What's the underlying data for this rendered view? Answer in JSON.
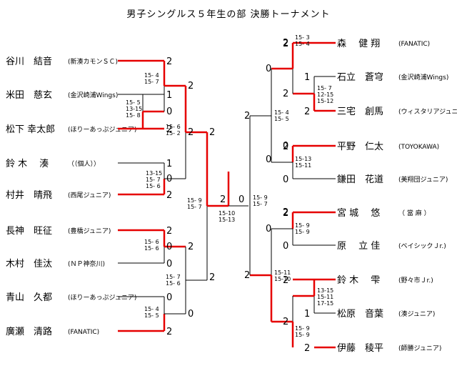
{
  "title": "男子シングルス５年生の部 決勝トーナメント",
  "left_players": [
    {
      "name": "谷川　結音",
      "club": "(新湊カモンＳＣ)",
      "wins": "2"
    },
    {
      "name": "米田　慈玄",
      "club": "(金沢崎浦Wings)",
      "wins": "1"
    },
    {
      "name": "松下 幸太郎",
      "club": "(ほりーあっぷジュニア)",
      "wins": "2"
    },
    {
      "name": "鈴 木　 湊",
      "club": "（（個人））",
      "wins": "1"
    },
    {
      "name": "村井　晴飛",
      "club": "(西尾ジュニア)",
      "wins": "2"
    },
    {
      "name": "長神　旺征",
      "club": "(豊橋ジュニア)",
      "wins": "2"
    },
    {
      "name": "木村　佳汰",
      "club": "(ＮＰ神奈川)",
      "wins": "0"
    },
    {
      "name": "青山　久都",
      "club": "(ほりーあっぷジュニア)",
      "wins": "0"
    },
    {
      "name": "廣瀬　清路",
      "club": "(FANATIC)",
      "wins": "2"
    }
  ],
  "right_players": [
    {
      "name": "森　 健 翔",
      "club": "(FANATIC)",
      "wins": "2"
    },
    {
      "name": "石立　蒼穹",
      "club": "(金沢崎浦Wings)",
      "wins": "1"
    },
    {
      "name": "三宅　創馬",
      "club": "(ウィスタリアジュニア)",
      "wins": "2"
    },
    {
      "name": "平野　仁太",
      "club": "(TOYOKAWA)",
      "wins": "2"
    },
    {
      "name": "鎌田　花道",
      "club": "(美翔団ジュニア)",
      "wins": "0"
    },
    {
      "name": "宮 城　 悠",
      "club": "（ 當 麻 ）",
      "wins": "2"
    },
    {
      "name": "原　 立 佳",
      "club": "(ベイシックＪr.)",
      "wins": "0"
    },
    {
      "name": "鈴 木　 雫",
      "club": "(野々市Ｊr.)",
      "wins": "2"
    },
    {
      "name": "松原　音葉",
      "club": "(湊ジュニア)",
      "wins": "1"
    },
    {
      "name": "伊藤　稜平",
      "club": "(師勝ジュニア)",
      "wins": "2"
    }
  ],
  "winner_numbers": [
    "0",
    "2",
    "0",
    "2",
    "0",
    "2",
    "2",
    "0",
    "2",
    "2",
    "0",
    "2",
    "2",
    "0",
    "0",
    "2",
    "0",
    "2",
    "2",
    "2",
    "0"
  ],
  "scores": [
    "15- 4\n15- 7",
    "15- 5\n13-15\n15- 8",
    "15- 6\n15- 2",
    "13-15\n15- 7\n15- 6",
    "15- 6\n15- 6",
    "15- 4\n15- 5",
    "15- 7\n15- 6",
    "15- 9\n15- 7",
    "15-10\n15-13",
    "15- 9\n15- 7",
    "15- 3\n15- 4",
    "15- 7\n12-15\n15-12",
    "15- 4\n15- 5",
    "15-13\n15-11",
    "15- 9\n15- 9",
    "13-15\n15-11\n17-15",
    "15- 9\n15- 9",
    "15-11\n15-10"
  ],
  "colors": {
    "win_line": "#e60000",
    "lose_line": "#000000"
  }
}
